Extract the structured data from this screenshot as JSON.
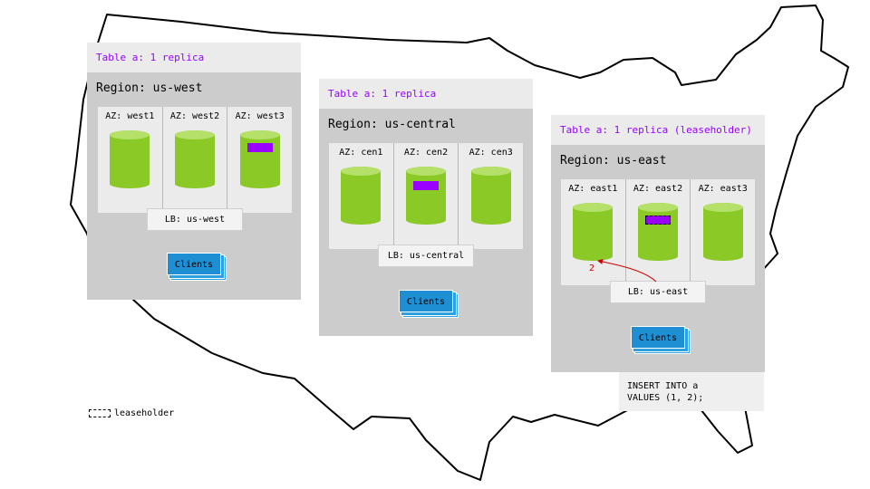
{
  "regions": [
    {
      "table_label": "Table a: 1 replica",
      "title": "Region: us-west",
      "azs": [
        "AZ: west1",
        "AZ: west2",
        "AZ: west3"
      ],
      "lb": "LB: us-west",
      "clients": "Clients"
    },
    {
      "table_label": "Table a: 1 replica",
      "title": "Region: us-central",
      "azs": [
        "AZ: cen1",
        "AZ: cen2",
        "AZ: cen3"
      ],
      "lb": "LB: us-central",
      "clients": "Clients"
    },
    {
      "table_label": "Table a: 1 replica (leaseholder)",
      "title": "Region: us-east",
      "azs": [
        "AZ: east1",
        "AZ: east2",
        "AZ: east3"
      ],
      "lb": "LB: us-east",
      "clients": "Clients"
    }
  ],
  "arrow_label": "2",
  "sql": [
    "INSERT INTO a",
    "VALUES (1, 2);"
  ],
  "legend": "leaseholder",
  "colors": {
    "replica": "#9900ff",
    "node": "#8ac926",
    "clients": "#1f8fd4",
    "arrow": "#cc0000"
  }
}
